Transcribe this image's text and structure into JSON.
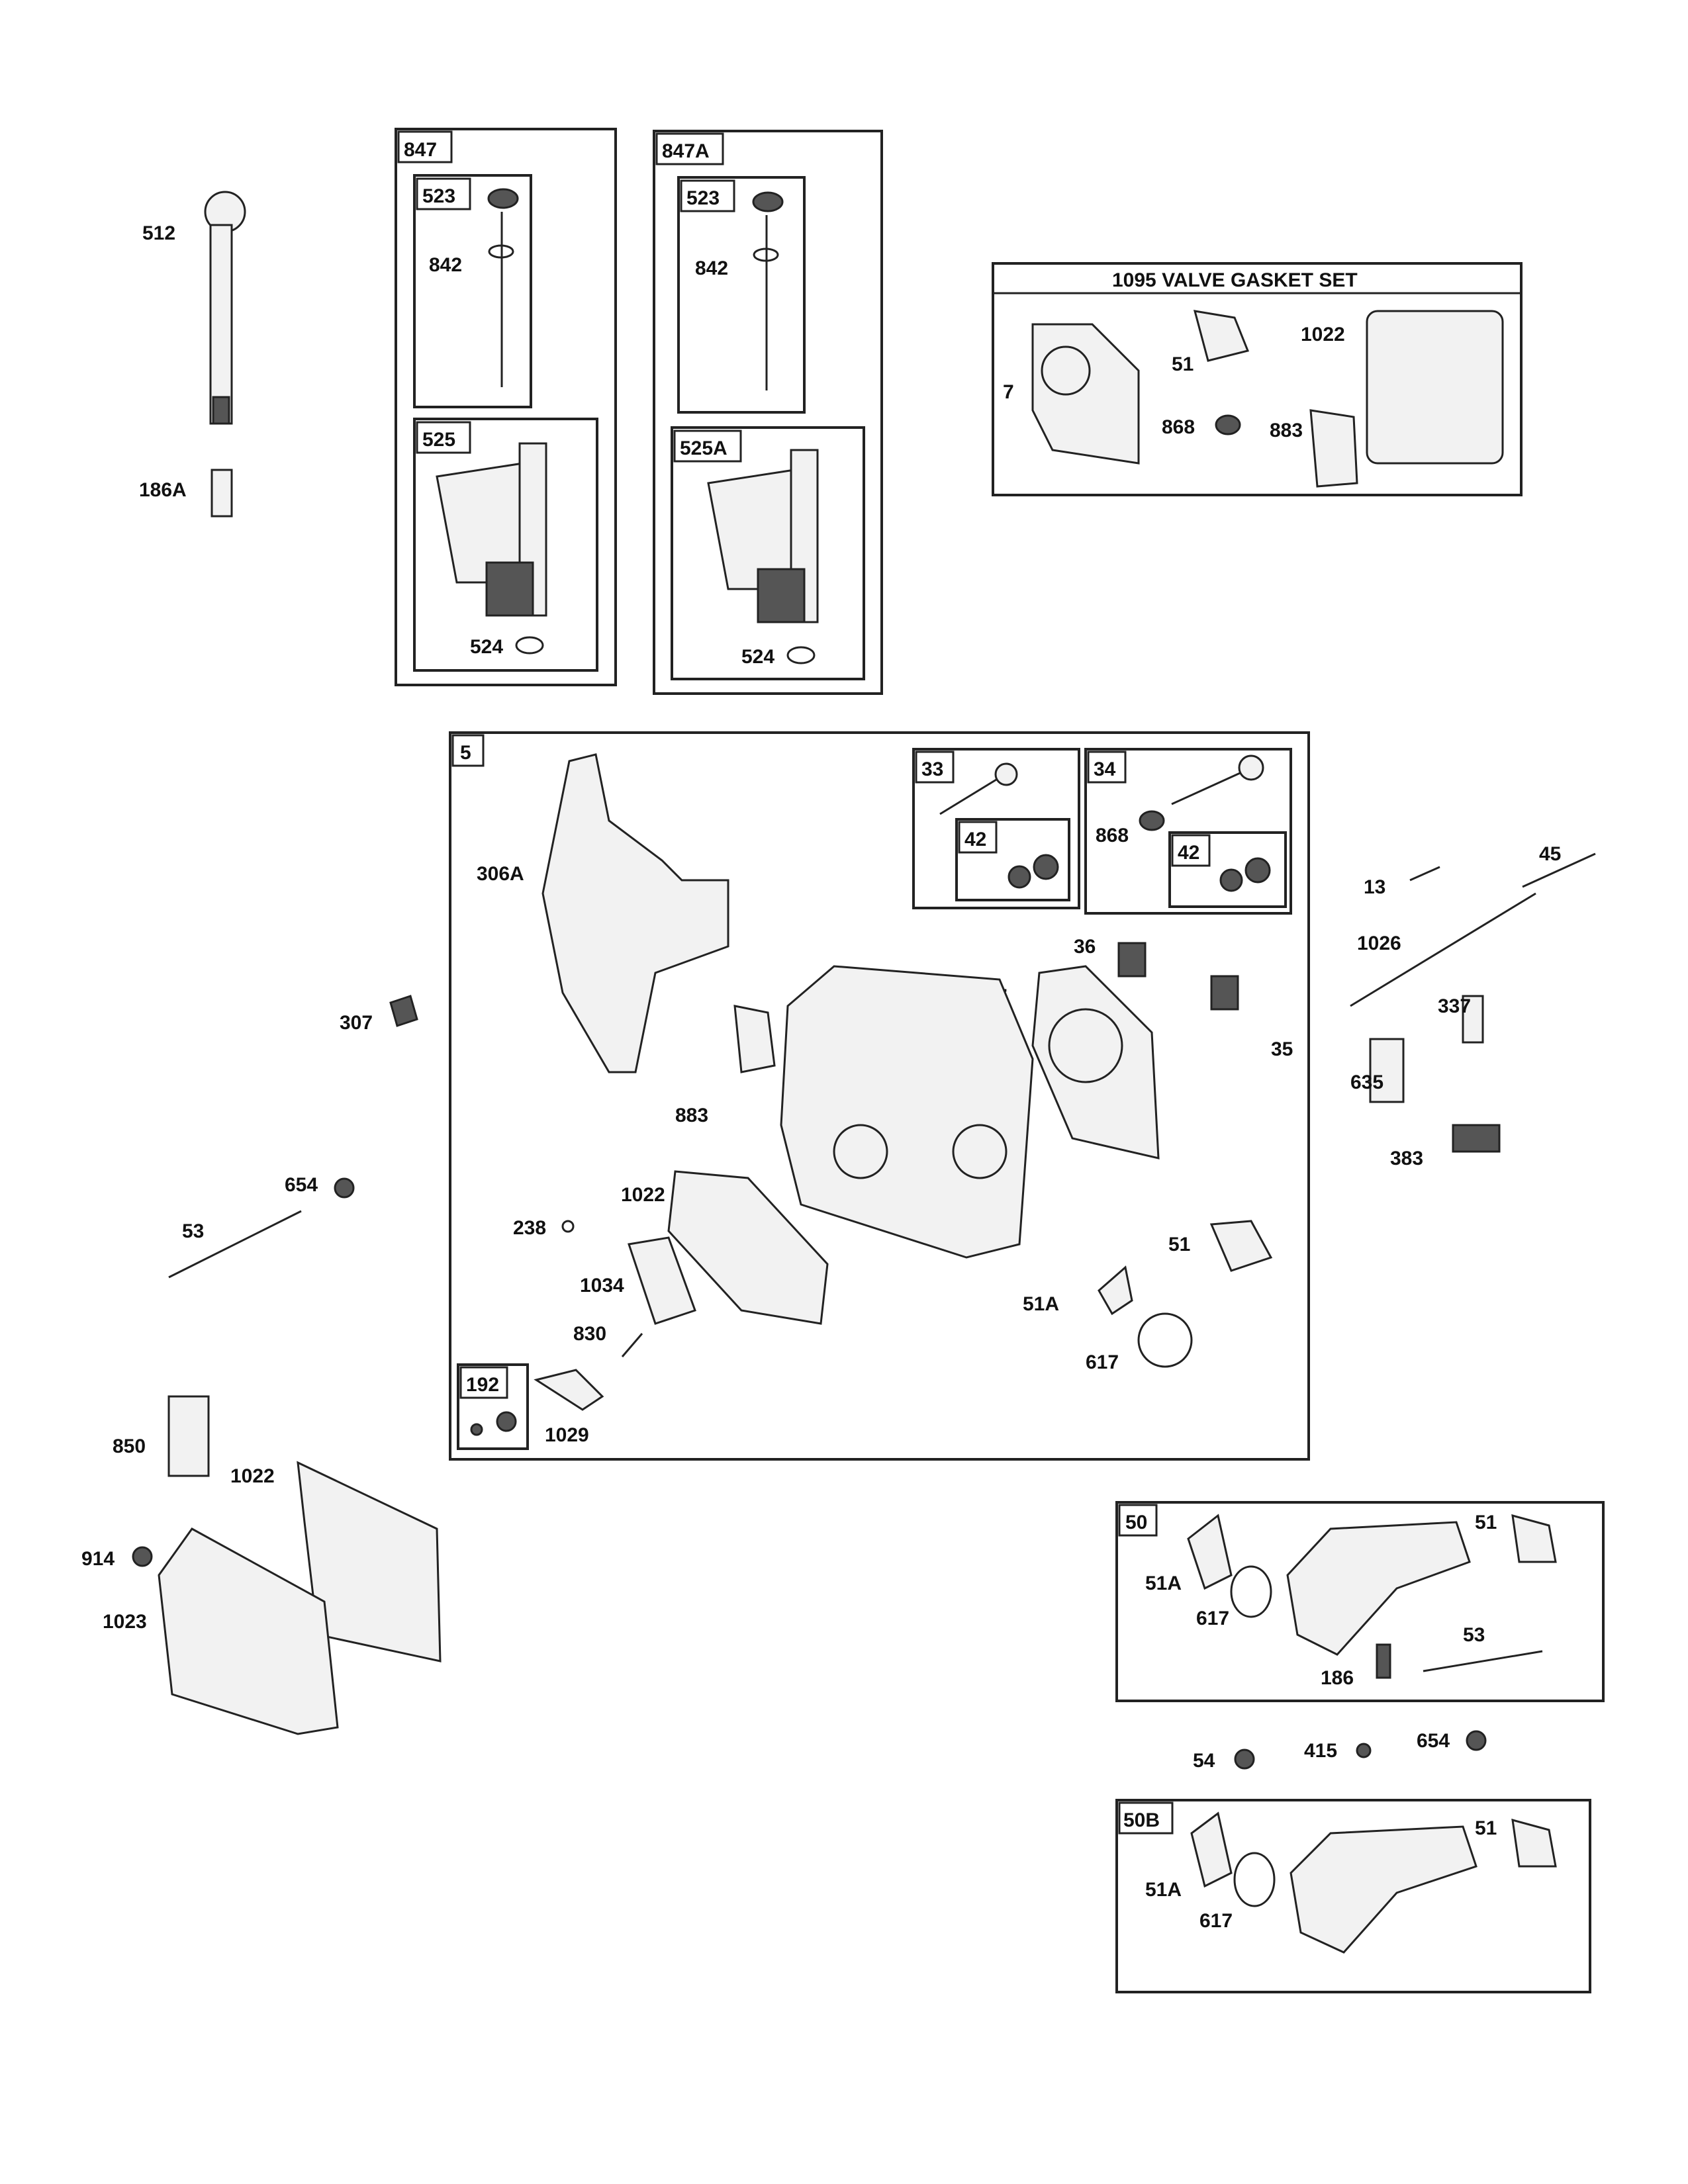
{
  "groups": {
    "g847": "847",
    "g847A": "847A",
    "g525": "525",
    "g525A": "525A",
    "g523": "523",
    "g5": "5",
    "g33": "33",
    "g34": "34",
    "g42": "42",
    "g192": "192",
    "g50": "50",
    "g50B": "50B",
    "gasket_set_title": "1095 VALVE GASKET SET"
  },
  "labels": {
    "p512": "512",
    "p186A": "186A",
    "p842": "842",
    "p524": "524",
    "p7": "7",
    "p51": "51",
    "p1022": "1022",
    "p868": "868",
    "p883": "883",
    "p306A": "306A",
    "p307": "307",
    "p36": "36",
    "p35": "35",
    "p13": "13",
    "p45": "45",
    "p1026": "1026",
    "p337": "337",
    "p635": "635",
    "p383": "383",
    "p654": "654",
    "p53": "53",
    "p238": "238",
    "p1034": "1034",
    "p830": "830",
    "p1029": "1029",
    "p51A": "51A",
    "p617": "617",
    "p850": "850",
    "p914": "914",
    "p1023": "1023",
    "p186": "186",
    "p54": "54",
    "p415": "415"
  },
  "colors": {
    "ink": "#222222",
    "fill": "#f2f2f2",
    "background": "#ffffff"
  }
}
